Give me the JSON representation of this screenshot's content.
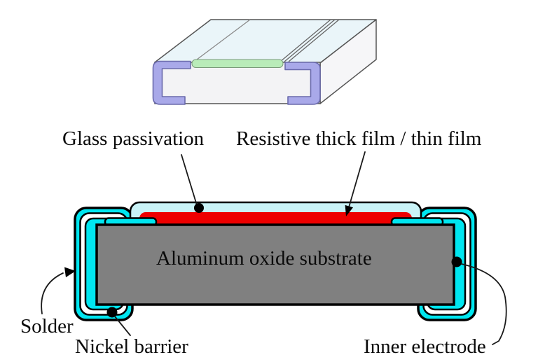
{
  "labels": {
    "glass_passivation": "Glass passivation",
    "resistive_film": "Resistive thick film / thin film",
    "substrate": "Aluminum oxide substrate",
    "solder": "Solder",
    "nickel_barrier": "Nickel barrier",
    "inner_electrode": "Inner electrode"
  },
  "colors": {
    "solder_plating": "#00E6F0",
    "inner_electrode": "#00E6F0",
    "nickel_barrier": "#FFFFFF",
    "glass_passivation": "#C9F3F7",
    "resistive_film": "#EE0000",
    "substrate": "#808080",
    "outline": "#000000",
    "leader_line": "#1A1A1A",
    "termination_cap": "#A9A9E9",
    "termination_cap_outline": "#6A6AAC",
    "resistor_stripe": "#B9ECB9",
    "resistor_stripe_outline": "#7A9A7A",
    "chip_top_face": "#EAF5F9",
    "chip_front_face": "#F3F3F5",
    "chip_side_face": "#F6F6F8",
    "chip_edge": "#555555",
    "background": "#FFFFFF",
    "text": "#0A0A0A"
  }
}
